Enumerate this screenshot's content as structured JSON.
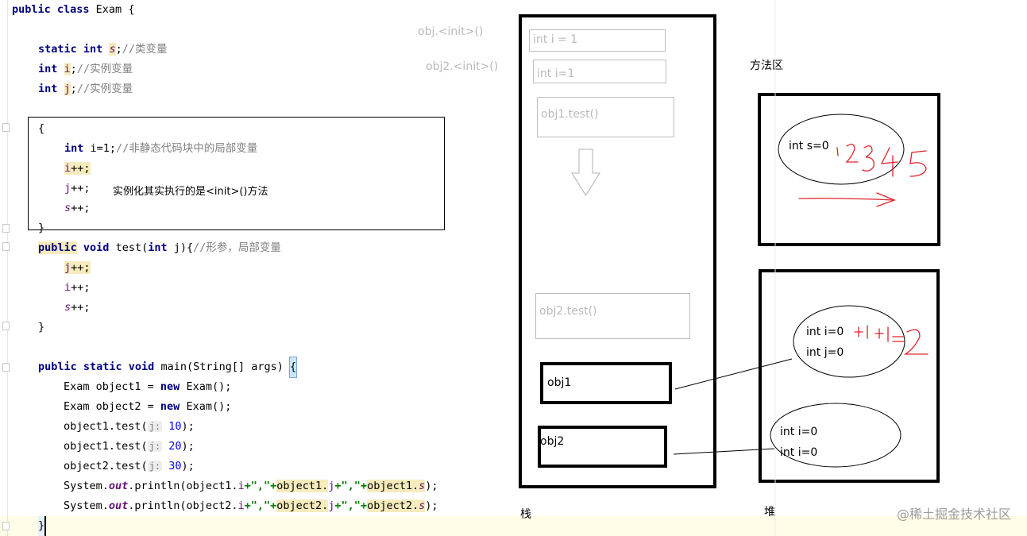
{
  "code": {
    "line1": {
      "kw": "public class",
      "rest": " Exam {"
    },
    "line2": {
      "kw_static": "static",
      "kw_int": "int",
      "var": "s",
      "punct": ";",
      "comment": "//类变量"
    },
    "line3": {
      "kw": "int",
      "var": "i",
      "punct": ";",
      "comment": "//实例变量"
    },
    "line4": {
      "kw": "int",
      "var": "j",
      "punct": ";",
      "comment": "//实例变量"
    },
    "line5": {
      "text": "{"
    },
    "line6": {
      "kw": "int",
      "rest": " i=1;",
      "comment": "//非静态代码块中的局部变量"
    },
    "line7": {
      "var": "i",
      "rest": "++;"
    },
    "line8": {
      "var": "j",
      "rest": "++;"
    },
    "line9": {
      "var": "s",
      "rest": "++;"
    },
    "line10": {
      "text": "}"
    },
    "line11": {
      "kw_public": "public",
      "kw_void": "void",
      "mid": " test(",
      "kw_int": "int",
      "rest": " j){",
      "comment": "//形参，局部变量"
    },
    "line12": {
      "var": "j",
      "rest": "++;"
    },
    "line13": {
      "var": "i",
      "rest": "++;"
    },
    "line14": {
      "var": "s",
      "rest": "++;"
    },
    "line15": {
      "text": "}"
    },
    "line16": {
      "kw": "public static void",
      "rest": " main(String[] args) ",
      "brace": "{"
    },
    "line17": {
      "pre": "Exam object1 = ",
      "kw": "new",
      "post": " Exam();"
    },
    "line18": {
      "pre": "Exam object2 = ",
      "kw": "new",
      "post": " Exam();"
    },
    "line19": {
      "pre": "object1.test(",
      "hint": "j:",
      "num": "10",
      "post": ");"
    },
    "line20": {
      "pre": "object1.test(",
      "hint": "j:",
      "num": "20",
      "post": ");"
    },
    "line21": {
      "pre": "object2.test(",
      "hint": "j:",
      "num": "30",
      "post": ");"
    },
    "line22": {
      "p1": "System.",
      "out": "out",
      "p2": ".println(object1.",
      "f1": "i",
      "s1": "+\",\"+",
      "p3": "object1.",
      "f2": "j",
      "s2": "+\",\"+",
      "p4": "object1.",
      "f3": "s",
      "end": ");"
    },
    "line23": {
      "p1": "System.",
      "out": "out",
      "p2": ".println(object2.",
      "f1": "i",
      "s1": "+\",\"+",
      "p3": "object2.",
      "f2": "j",
      "s2": "+\",\"+",
      "p4": "object2.",
      "f3": "s",
      "end": ");"
    },
    "line24": {
      "text": "}"
    }
  },
  "annotation": "实例化其实执行的是<init>()方法",
  "stack": {
    "label": "栈",
    "ghost_labels": [
      "obj.<init>()",
      "obj2.<init>()"
    ],
    "frames": [
      "int i = 1",
      "int i=1",
      "obj1.test()",
      "obj2.test()"
    ],
    "refs": [
      "obj1",
      "obj2"
    ]
  },
  "method_area": {
    "label": "方法区",
    "var": "int s=0",
    "handwriting": "12345"
  },
  "heap": {
    "label": "堆",
    "obj1": [
      "int i=0",
      "int j=0"
    ],
    "obj1_handwriting": "+1+1=2",
    "obj2": [
      "int i=0",
      "int i=0"
    ]
  },
  "watermark": "@稀土掘金技术社区"
}
